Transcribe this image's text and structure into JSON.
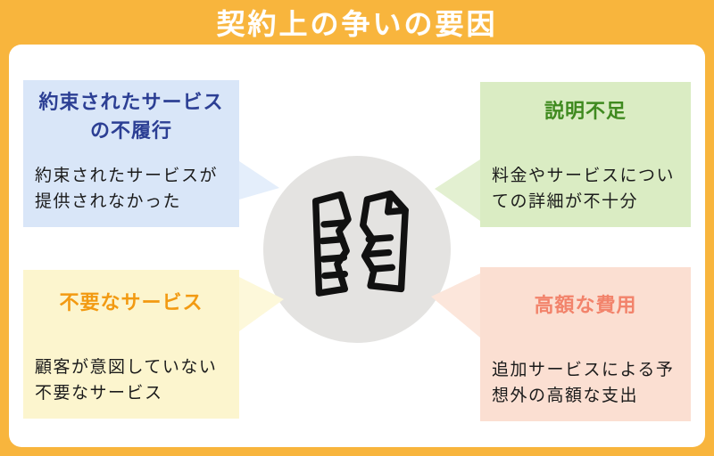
{
  "title": "契約上の争いの要因",
  "colors": {
    "frame_orange": "#F8B53D",
    "panel_white": "#FFFFFF",
    "title_text": "#FFFFFF",
    "center_circle": "#E4E3E1",
    "icon_black": "#111111"
  },
  "center": {
    "icon": "torn-contract-icon"
  },
  "boxes": [
    {
      "id": "top-left",
      "heading": "約束されたサービス\nの不履行",
      "body": "約束されたサービスが\n提供されなかった",
      "bg": "#D9E6F8",
      "heading_color": "#2C3F94",
      "tail_color": "#E4EEFB"
    },
    {
      "id": "top-right",
      "heading": "説明不足",
      "body": "料金やサービスについ\nての詳細が不十分",
      "bg": "#DAECC3",
      "heading_color": "#3F8A1F",
      "tail_color": "#E3F0D1"
    },
    {
      "id": "bottom-left",
      "heading": "不要なサービス",
      "body": "顧客が意図していない\n不要なサービス",
      "bg": "#FCF5CE",
      "heading_color": "#F29A12",
      "tail_color": "#FDF8DA"
    },
    {
      "id": "bottom-right",
      "heading": "高額な費用",
      "body": "追加サービスによる予\n想外の高額な支出",
      "bg": "#FBDFD2",
      "heading_color": "#F2836B",
      "tail_color": "#FCE6DB"
    }
  ]
}
